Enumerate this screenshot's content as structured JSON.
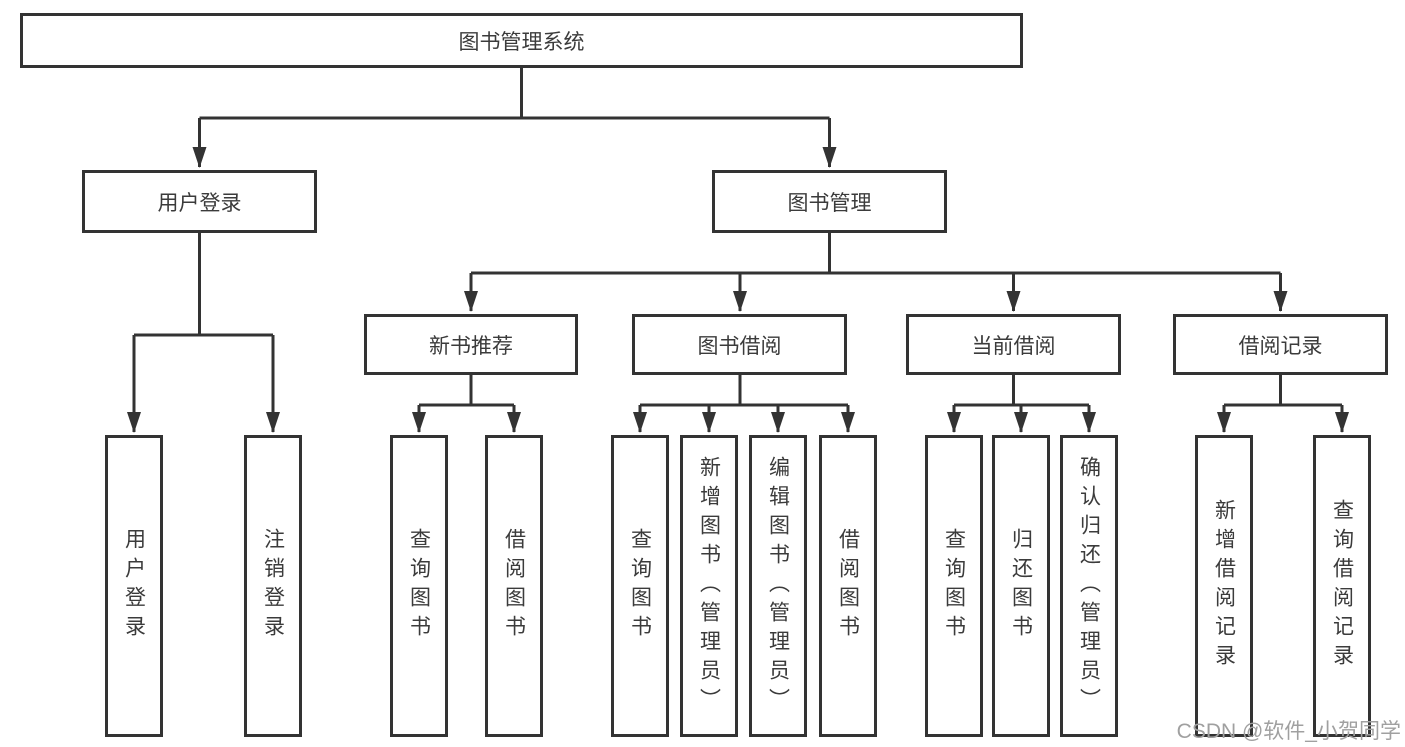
{
  "diagram_type": "function-structure-tree",
  "colors": {
    "line": "#333333",
    "box_border": "#333333",
    "text": "#3b3b3b",
    "background": "#ffffff",
    "watermark": "#a0a0a0"
  },
  "tree": {
    "label": "图书管理系统",
    "children": [
      {
        "label": "用户登录",
        "children": [
          {
            "label": "用户登录"
          },
          {
            "label": "注销登录"
          }
        ]
      },
      {
        "label": "图书管理",
        "children": [
          {
            "label": "新书推荐",
            "children": [
              {
                "label": "查询图书"
              },
              {
                "label": "借阅图书"
              }
            ]
          },
          {
            "label": "图书借阅",
            "children": [
              {
                "label": "查询图书"
              },
              {
                "label": "新增图书（管理员）"
              },
              {
                "label": "编辑图书（管理员）"
              },
              {
                "label": "借阅图书"
              }
            ]
          },
          {
            "label": "当前借阅",
            "children": [
              {
                "label": "查询图书"
              },
              {
                "label": "归还图书"
              },
              {
                "label": "确认归还（管理员）"
              }
            ]
          },
          {
            "label": "借阅记录",
            "children": [
              {
                "label": "新增借阅记录"
              },
              {
                "label": "查询借阅记录"
              }
            ]
          }
        ]
      }
    ]
  },
  "watermark": "CSDN @软件_小贺同学"
}
